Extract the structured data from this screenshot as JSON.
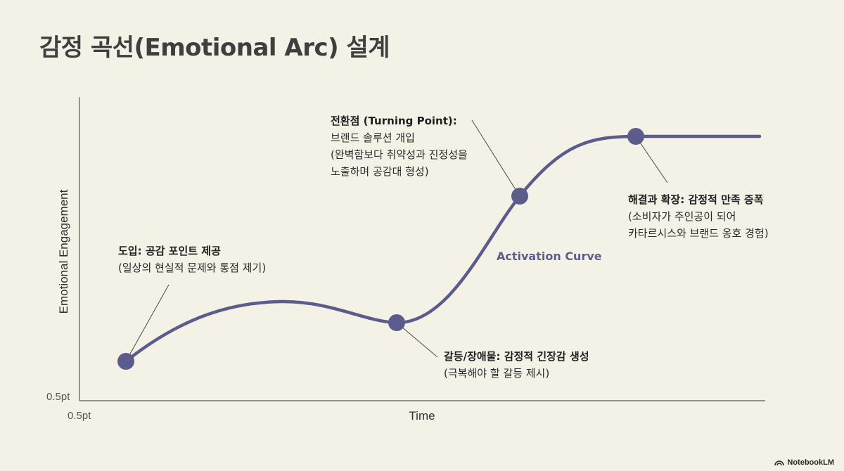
{
  "title": "감정 곡선(Emotional Arc) 설계",
  "chart_data": {
    "type": "line",
    "xlabel": "Time",
    "ylabel": "Emotional Engagement",
    "x_origin_label": "0.5pt",
    "y_origin_label": "0.5pt",
    "curve_label": "Activation Curve",
    "grid": false,
    "legend": "none",
    "line_color": "#5c5c8c",
    "axis_color": "#5a5a5a"
  },
  "annotations": [
    {
      "head": "도입: 공감 포인트 제공",
      "lines": [
        "(일상의 현실적 문제와 통점 제기)"
      ]
    },
    {
      "head": "갈등/장애물: 감정적 긴장감 생성",
      "lines": [
        "(극복해야 할 갈등 제시)"
      ]
    },
    {
      "head": "전환점 (Turning Point):",
      "lines": [
        "브랜드 솔루션 개입",
        "(완벽함보다 취약성과 진정성을",
        "노출하며 공감대 형성)"
      ]
    },
    {
      "head": "해결과 확장: 감정적 만족 증폭",
      "lines": [
        "(소비자가 주인공이 되어",
        "카타르시스와 브랜드 옹호 경험)"
      ]
    }
  ],
  "brand": "NotebookLM"
}
